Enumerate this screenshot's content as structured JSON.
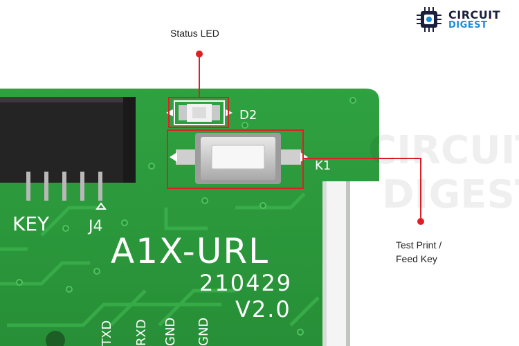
{
  "brand": {
    "line1": "CIRCUIT",
    "line2": "DIGEST",
    "color_primary": "#1b1f3b",
    "color_accent": "#1b8cd8",
    "icon": "chip-icon"
  },
  "callouts": {
    "status_led": {
      "label": "Status LED"
    },
    "test_print_key": {
      "line1": "Test Print /",
      "line2": "Feed Key"
    },
    "marker_color": "#e01e26"
  },
  "board": {
    "model": "A1X-URL",
    "date_code": "210429",
    "version": "V2.0",
    "key_label": "KEY",
    "connector_label": "J4",
    "led_designator": "D2",
    "switch_designator": "K1",
    "watermark_line1": "CIRCUIT",
    "watermark_line2": "DIGEST",
    "pin_labels": [
      "TXD",
      "RXD",
      "GND",
      "GND"
    ],
    "pcb_color": "#2e9e3f"
  }
}
